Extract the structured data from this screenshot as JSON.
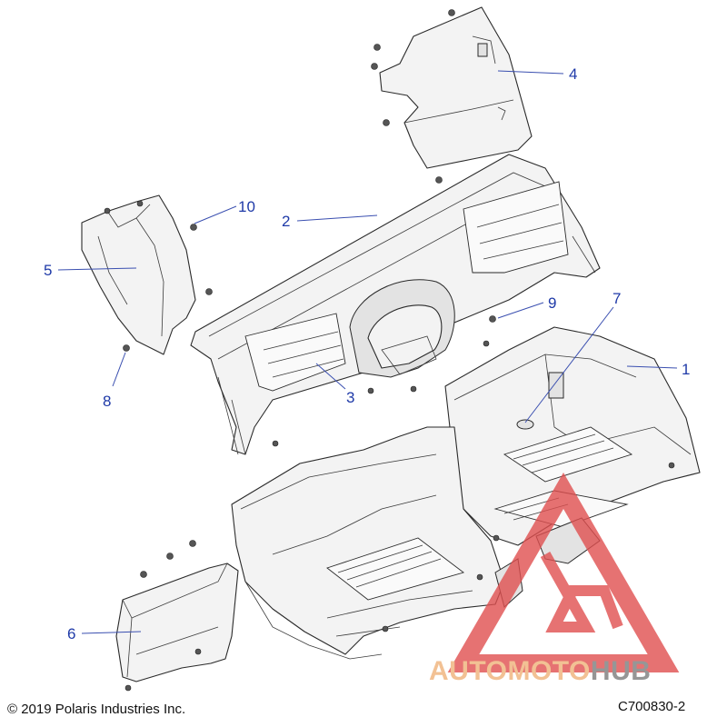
{
  "callouts": [
    "1",
    "2",
    "3",
    "4",
    "5",
    "6",
    "7",
    "8",
    "9",
    "10"
  ],
  "copyright": "© 2019 Polaris Industries Inc.",
  "diagram_code": "C700830-2",
  "watermark": {
    "word_a": "AUTO",
    "word_b": "MOTO",
    "word_c": "HUB",
    "color_accent": "#f0b27a",
    "color_red": "#e05050",
    "color_dark": "#7d7d7d"
  },
  "colors": {
    "callout": "#1f3aa8",
    "line": "#2a2a2a"
  }
}
